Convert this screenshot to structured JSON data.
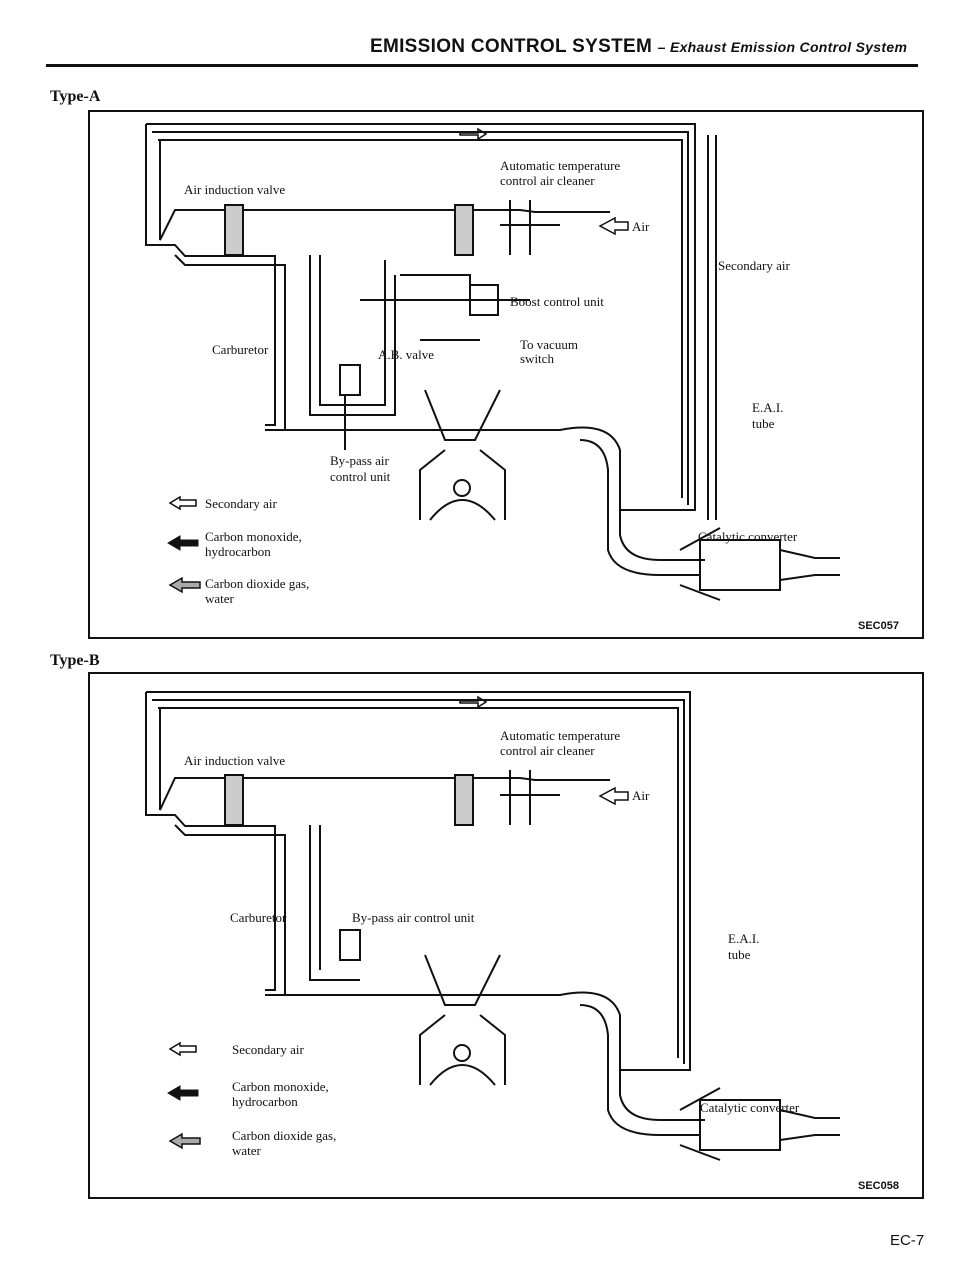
{
  "header": {
    "title": "EMISSION CONTROL SYSTEM",
    "subtitle": "– Exhaust Emission Control System"
  },
  "type_a": {
    "label": "Type-A",
    "air_induction_valve": "Air induction valve",
    "air_cleaner_1": "Automatic temperature",
    "air_cleaner_2": "control air cleaner",
    "air": "Air",
    "secondary_air": "Secondary air",
    "boost_control_unit": "Boost control unit",
    "carburetor": "Carburetor",
    "to_vacuum_1": "To vacuum",
    "to_vacuum_2": "switch",
    "ab_valve": "A.B. valve",
    "eai_1": "E.A.I.",
    "eai_2": "tube",
    "bypass_1": "By-pass air",
    "bypass_2": "control unit",
    "catalytic_converter": "Catalytic converter",
    "legend": {
      "secondary_air": "Secondary air",
      "co_1": "Carbon monoxide,",
      "co_2": "hydrocarbon",
      "co2_1": "Carbon dioxide gas,",
      "co2_2": "water"
    },
    "code": "SEC057"
  },
  "type_b": {
    "label": "Type-B",
    "air_induction_valve": "Air induction valve",
    "air_cleaner_1": "Automatic temperature",
    "air_cleaner_2": "control air cleaner",
    "air": "Air",
    "carburetor": "Carburetor",
    "bypass": "By-pass air control unit",
    "eai_1": "E.A.I.",
    "eai_2": "tube",
    "catalytic_converter": "Catalytic converter",
    "legend": {
      "secondary_air": "Secondary air",
      "co_1": "Carbon monoxide,",
      "co_2": "hydrocarbon",
      "co2_1": "Carbon dioxide gas,",
      "co2_2": "water"
    },
    "code": "SEC058"
  },
  "page_number": "EC-7"
}
